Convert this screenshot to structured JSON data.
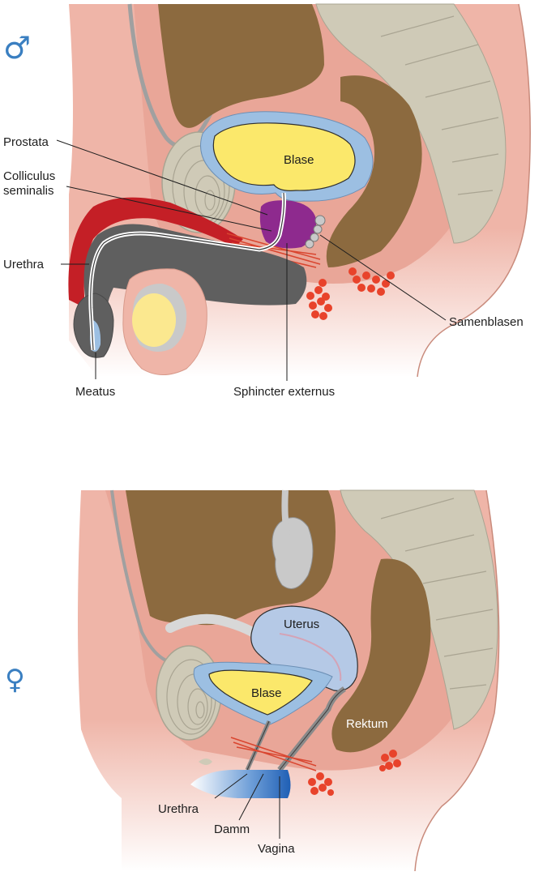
{
  "male": {
    "symbol": "♂",
    "labels": {
      "prostata": "Prostata",
      "colliculus_1": "Colliculus",
      "colliculus_2": "seminalis",
      "urethra": "Urethra",
      "blase": "Blase",
      "meatus": "Meatus",
      "sphincter": "Sphincter externus",
      "samenblasen": "Samenblasen"
    }
  },
  "female": {
    "symbol": "♀",
    "labels": {
      "uterus": "Uterus",
      "blase": "Blase",
      "rektum": "Rektum",
      "urethra": "Urethra",
      "damm": "Damm",
      "vagina": "Vagina"
    }
  },
  "colors": {
    "skin": "#efb5a8",
    "skin_light": "#f7d6cc",
    "bone": "#cfcab7",
    "bowel": "#8c6a3f",
    "bladder_fill": "#fbe86b",
    "bladder_wall": "#9cbfe2",
    "prostate": "#8e2a8e",
    "penis_dark": "#5f5f5f",
    "red": "#c41f26",
    "uterus": "#b5c9e6",
    "nodule": "#e8432b"
  }
}
